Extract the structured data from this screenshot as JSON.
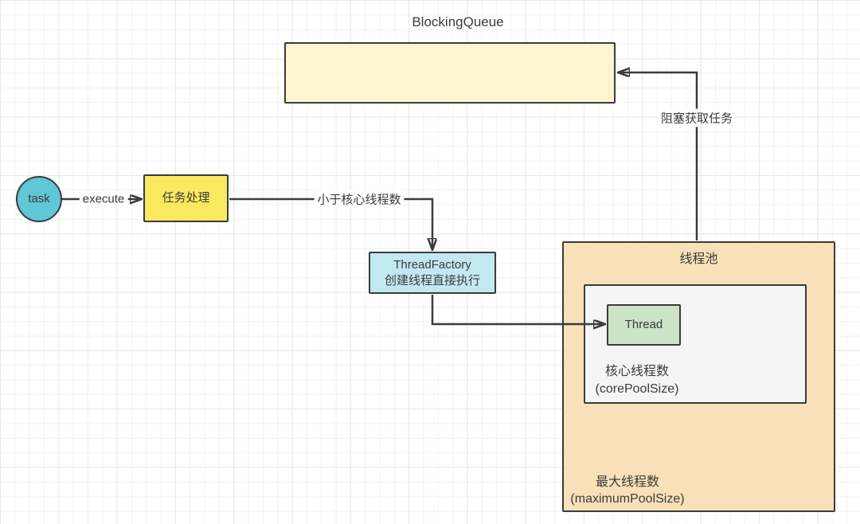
{
  "queue": {
    "title": "BlockingQueue"
  },
  "task": {
    "label": "task"
  },
  "task_process": {
    "label": "任务处理"
  },
  "thread_factory": {
    "line1": "ThreadFactory",
    "line2": "创建线程直接执行"
  },
  "pool": {
    "title": "线程池",
    "thread": {
      "label": "Thread"
    },
    "core": {
      "line1": "核心线程数",
      "line2": "(corePoolSize)"
    },
    "max": {
      "line1": "最大线程数",
      "line2": "(maximumPoolSize)"
    }
  },
  "edges": {
    "execute_label": "execute",
    "less_than_core_label": "小于核心线程数",
    "blocking_fetch_label": "阻塞获取任务"
  },
  "colors": {
    "stroke": "#3b3b3b",
    "queue_fill": "#fdf6ce",
    "task_circle_fill": "#5fc7d7",
    "task_process_fill": "#f9e95f",
    "thread_factory_fill": "#c2e8f1",
    "pool_fill": "#f8e0b8",
    "core_area_fill": "#f5f5f5",
    "thread_fill": "#cbe4c5"
  }
}
